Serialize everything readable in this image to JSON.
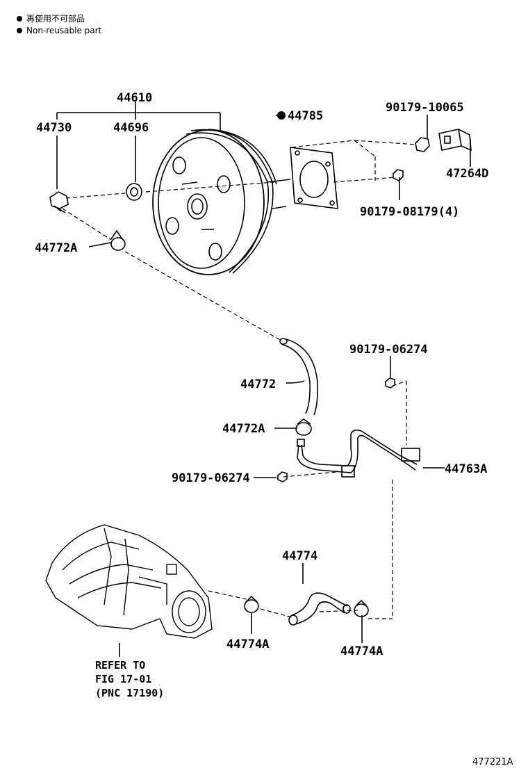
{
  "legend": {
    "line_jp": "再使用不可部品",
    "line_en": "Non-reusable part"
  },
  "labels": {
    "p44610": "44610",
    "p44730": "44730",
    "p44696": "44696",
    "p44785": "44785",
    "p90179_10065": "90179-10065",
    "p47264D": "47264D",
    "p90179_08179": "90179-08179(4)",
    "p44772A_top": "44772A",
    "p90179_06274_right": "90179-06274",
    "p44772": "44772",
    "p44772A_mid": "44772A",
    "p90179_06274_left": "90179-06274",
    "p44763A": "44763A",
    "p44774": "44774",
    "p44774A_left": "44774A",
    "p44774A_right": "44774A"
  },
  "refer": {
    "line1": "REFER TO",
    "line2": "FIG 17-01",
    "line3": "(PNC 17190)"
  },
  "figure_id": "477221A"
}
